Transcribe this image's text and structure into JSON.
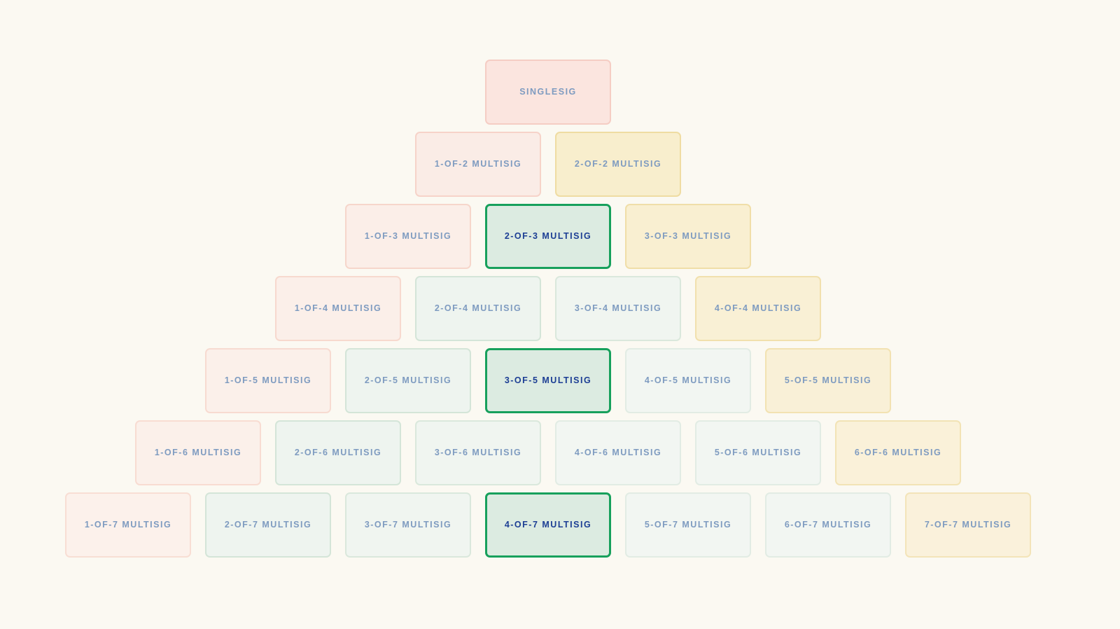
{
  "page": {
    "background": "#FBF9F2"
  },
  "palette": {
    "normal_text": "#7E9BC0",
    "highlight_text": "#1C3E94",
    "highlight_border": "#17A05C",
    "highlight_bg": "#DCEBE1"
  },
  "pyramid": {
    "rows": [
      {
        "boxes": [
          {
            "label": "SINGLESIG",
            "variant": "pink",
            "highlighted": false,
            "bg": "#FBE5DF",
            "border": "#F5CDC4",
            "text": "#7E9BC0"
          }
        ]
      },
      {
        "boxes": [
          {
            "label": "1-OF-2 MULTISIG",
            "variant": "pink",
            "highlighted": false,
            "bg": "#FAECE6",
            "border": "#F6D3C9",
            "text": "#7E9BC0"
          },
          {
            "label": "2-OF-2 MULTISIG",
            "variant": "yellow",
            "highlighted": false,
            "bg": "#F8EECD",
            "border": "#EFDCA2",
            "text": "#7E9BC0"
          }
        ]
      },
      {
        "boxes": [
          {
            "label": "1-OF-3 MULTISIG",
            "variant": "pink",
            "highlighted": false,
            "bg": "#FBEEE8",
            "border": "#F6D6CB",
            "text": "#7E9BC0"
          },
          {
            "label": "2-OF-3 MULTISIG",
            "variant": "green-highlight",
            "highlighted": true,
            "bg": "#DCEBE1",
            "border": "#17A05C",
            "text": "#1C3E94"
          },
          {
            "label": "3-OF-3 MULTISIG",
            "variant": "yellow",
            "highlighted": false,
            "bg": "#F9EFD1",
            "border": "#F0DEA8",
            "text": "#7E9BC0"
          }
        ]
      },
      {
        "boxes": [
          {
            "label": "1-OF-4 MULTISIG",
            "variant": "pink",
            "highlighted": false,
            "bg": "#FBEFE9",
            "border": "#F7D9CE",
            "text": "#7E9BC0"
          },
          {
            "label": "2-OF-4 MULTISIG",
            "variant": "green",
            "highlighted": false,
            "bg": "#EEF4EF",
            "border": "#D4E5D8",
            "text": "#7E9BC0"
          },
          {
            "label": "3-OF-4 MULTISIG",
            "variant": "green",
            "highlighted": false,
            "bg": "#F0F5F0",
            "border": "#DAE8DC",
            "text": "#7E9BC0"
          },
          {
            "label": "4-OF-4 MULTISIG",
            "variant": "yellow",
            "highlighted": false,
            "bg": "#F9F0D5",
            "border": "#F1E0AD",
            "text": "#7E9BC0"
          }
        ]
      },
      {
        "boxes": [
          {
            "label": "1-OF-5 MULTISIG",
            "variant": "pink",
            "highlighted": false,
            "bg": "#FBF0EA",
            "border": "#F7DBD1",
            "text": "#7E9BC0"
          },
          {
            "label": "2-OF-5 MULTISIG",
            "variant": "green",
            "highlighted": false,
            "bg": "#EEF4EF",
            "border": "#D4E5D8",
            "text": "#7E9BC0"
          },
          {
            "label": "3-OF-5 MULTISIG",
            "variant": "green-highlight",
            "highlighted": true,
            "bg": "#DCEBE1",
            "border": "#17A05C",
            "text": "#1C3E94"
          },
          {
            "label": "4-OF-5 MULTISIG",
            "variant": "green",
            "highlighted": false,
            "bg": "#F2F6F2",
            "border": "#E2ECE4",
            "text": "#7E9BC0"
          },
          {
            "label": "5-OF-5 MULTISIG",
            "variant": "yellow",
            "highlighted": false,
            "bg": "#F9F0D7",
            "border": "#F2E2B2",
            "text": "#7E9BC0"
          }
        ]
      },
      {
        "boxes": [
          {
            "label": "1-OF-6 MULTISIG",
            "variant": "pink",
            "highlighted": false,
            "bg": "#FBF0EA",
            "border": "#F8DCD2",
            "text": "#7E9BC0"
          },
          {
            "label": "2-OF-6 MULTISIG",
            "variant": "green",
            "highlighted": false,
            "bg": "#EEF4EF",
            "border": "#D4E5D8",
            "text": "#7E9BC0"
          },
          {
            "label": "3-OF-6 MULTISIG",
            "variant": "green",
            "highlighted": false,
            "bg": "#F0F5F0",
            "border": "#DAE8DC",
            "text": "#7E9BC0"
          },
          {
            "label": "4-OF-6 MULTISIG",
            "variant": "green",
            "highlighted": false,
            "bg": "#F2F6F2",
            "border": "#E2ECE4",
            "text": "#7E9BC0"
          },
          {
            "label": "5-OF-6 MULTISIG",
            "variant": "green",
            "highlighted": false,
            "bg": "#F2F6F2",
            "border": "#E2ECE4",
            "text": "#7E9BC0"
          },
          {
            "label": "6-OF-6 MULTISIG",
            "variant": "yellow",
            "highlighted": false,
            "bg": "#FAF1D9",
            "border": "#F2E3B5",
            "text": "#7E9BC0"
          }
        ]
      },
      {
        "boxes": [
          {
            "label": "1-OF-7 MULTISIG",
            "variant": "pink",
            "highlighted": false,
            "bg": "#FCF1EB",
            "border": "#F8DED4",
            "text": "#7E9BC0"
          },
          {
            "label": "2-OF-7 MULTISIG",
            "variant": "green",
            "highlighted": false,
            "bg": "#EEF4EF",
            "border": "#D4E5D8",
            "text": "#7E9BC0"
          },
          {
            "label": "3-OF-7 MULTISIG",
            "variant": "green",
            "highlighted": false,
            "bg": "#F0F5F0",
            "border": "#DAE8DC",
            "text": "#7E9BC0"
          },
          {
            "label": "4-OF-7 MULTISIG",
            "variant": "green-highlight",
            "highlighted": true,
            "bg": "#DCEBE1",
            "border": "#17A05C",
            "text": "#1C3E94"
          },
          {
            "label": "5-OF-7 MULTISIG",
            "variant": "green",
            "highlighted": false,
            "bg": "#F2F6F2",
            "border": "#E2ECE4",
            "text": "#7E9BC0"
          },
          {
            "label": "6-OF-7 MULTISIG",
            "variant": "green",
            "highlighted": false,
            "bg": "#F2F6F2",
            "border": "#E2ECE4",
            "text": "#7E9BC0"
          },
          {
            "label": "7-OF-7 MULTISIG",
            "variant": "yellow",
            "highlighted": false,
            "bg": "#FAF1DB",
            "border": "#F3E4B9",
            "text": "#7E9BC0"
          }
        ]
      }
    ]
  }
}
